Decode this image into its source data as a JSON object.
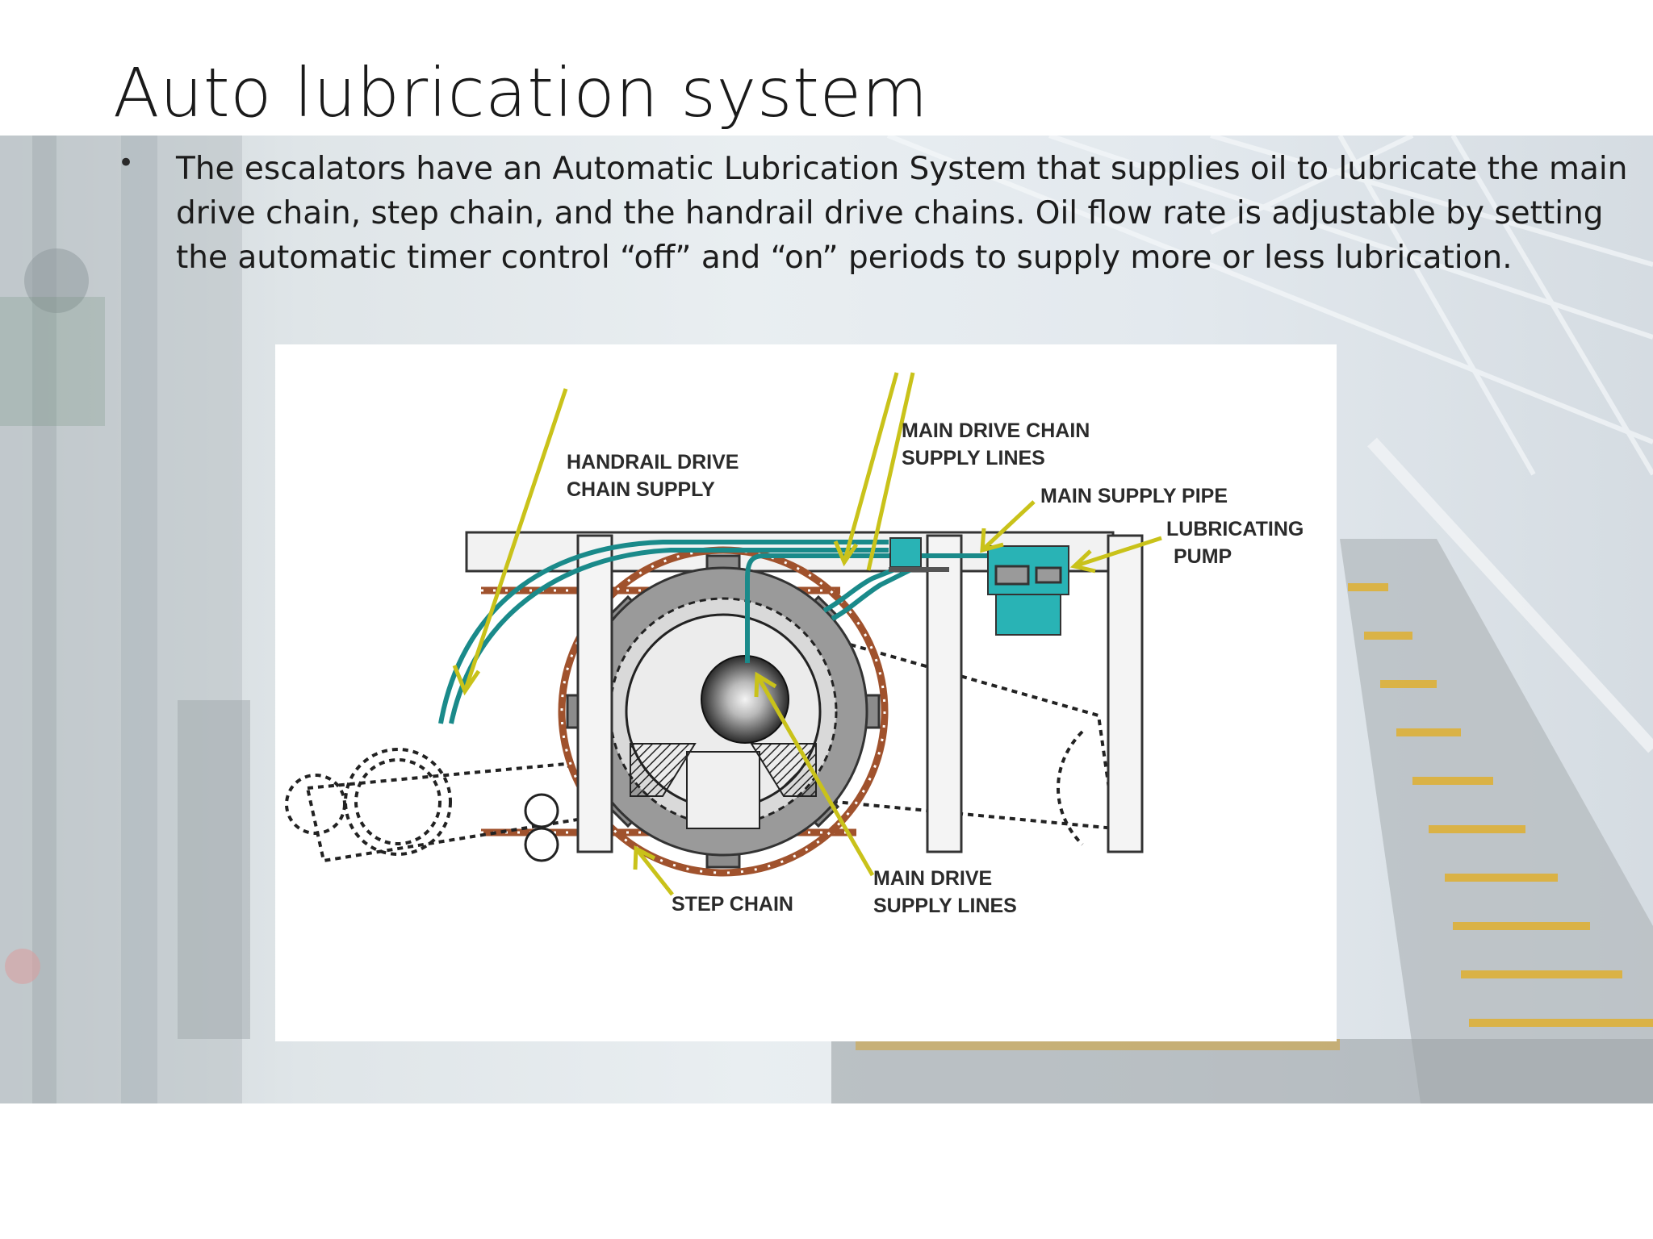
{
  "slide": {
    "title": "Auto lubrication system",
    "bullet": "The escalators have an Automatic Lubrication System that supplies oil to lubricate the main drive chain, step chain, and the handrail drive chains. Oil flow rate is adjustable by setting the automatic timer control “off” and “on” periods to supply more or less lubrication."
  },
  "diagram": {
    "labels": {
      "handrail_line1": "HANDRAIL DRIVE",
      "handrail_line2": "CHAIN SUPPLY",
      "main_drive_top_line1": "MAIN DRIVE CHAIN",
      "main_drive_top_line2": "SUPPLY LINES",
      "main_supply_pipe": "MAIN SUPPLY PIPE",
      "pump_line1": "LUBRICATING",
      "pump_line2": "PUMP",
      "step_chain": "STEP CHAIN",
      "main_drive_bottom_line1": "MAIN DRIVE",
      "main_drive_bottom_line2": "SUPPLY LINES"
    },
    "colors": {
      "pipe": "#1a8a8a",
      "pump": "#29b3b5",
      "arrow": "#c9c21a",
      "chain": "#a0522d",
      "gear": "#8a8a8a"
    }
  }
}
